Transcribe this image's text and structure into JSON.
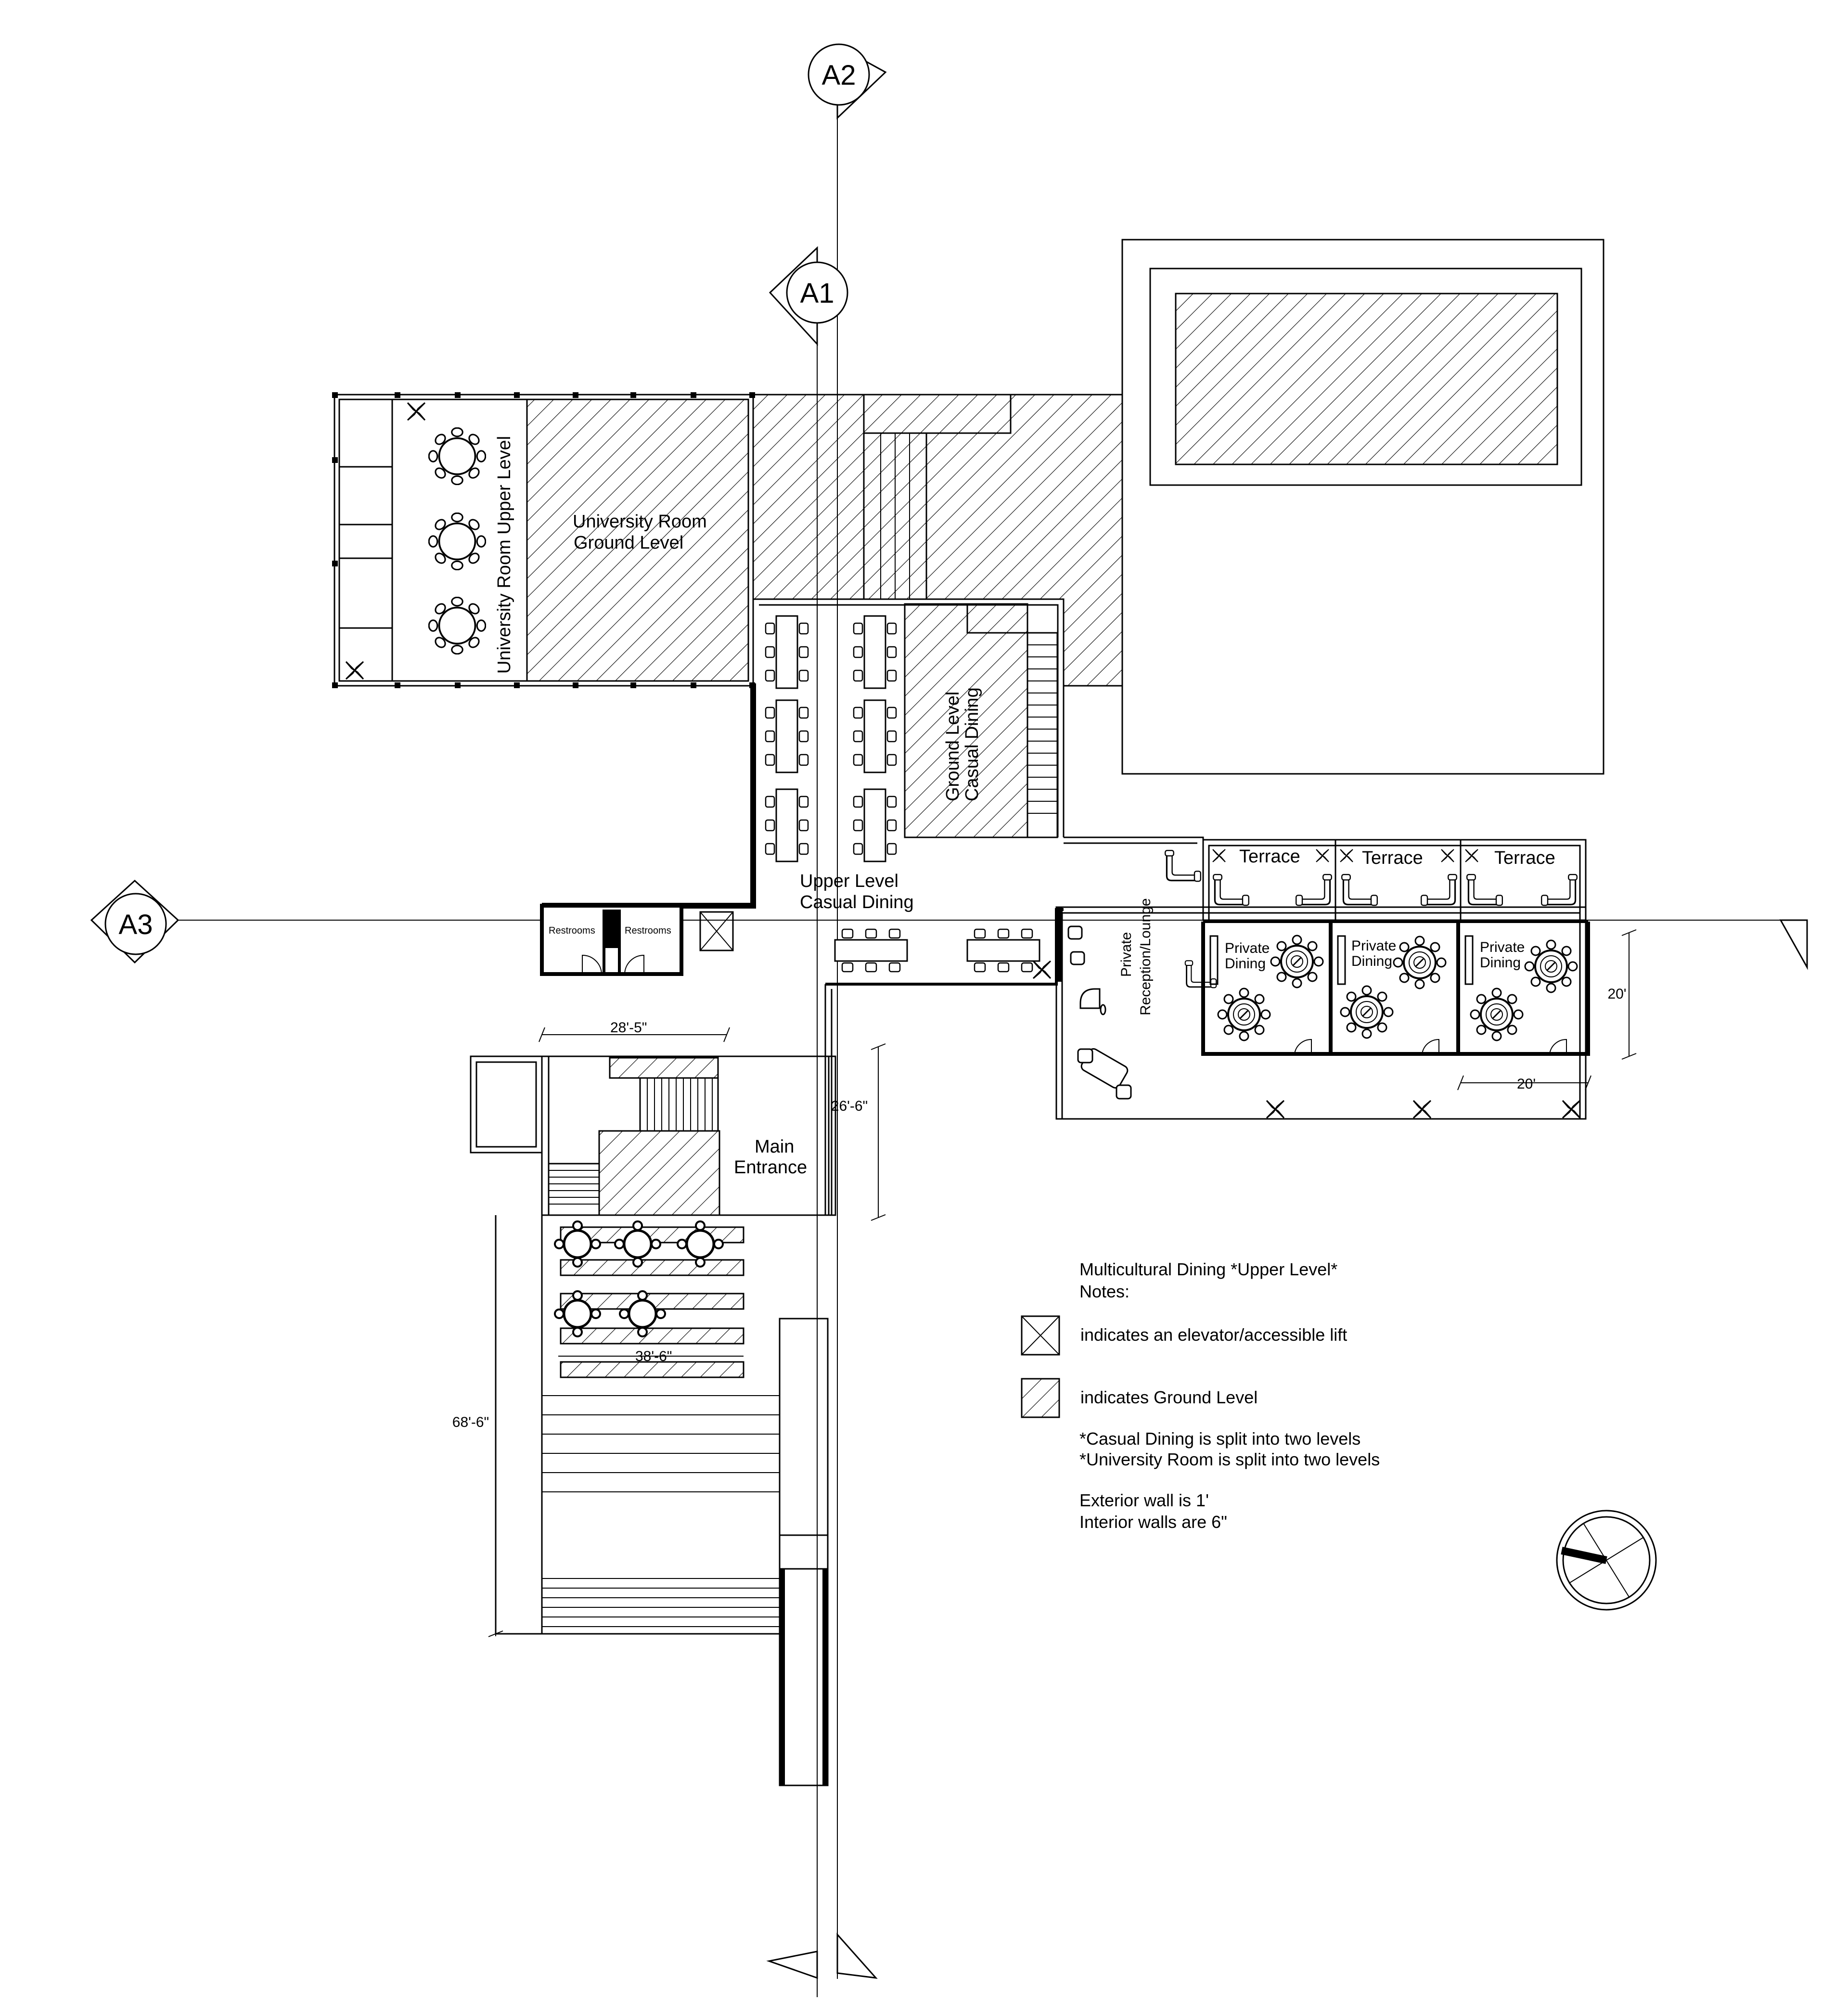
{
  "gridlines": {
    "a1": "A1",
    "a2": "A2",
    "a3": "A3"
  },
  "rooms": {
    "university_upper": "University Room Upper Level",
    "university_ground_1": "University Room",
    "university_ground_2": "Ground Level",
    "casual_ground_1": "Ground Level",
    "casual_ground_2": "Casual Dining",
    "casual_upper_1": "Upper Level",
    "casual_upper_2": "Casual Dining",
    "restroom_1": "Restrooms",
    "restroom_2": "Restrooms",
    "terrace_1": "Terrace",
    "terrace_2": "Terrace",
    "terrace_3": "Terrace",
    "private_dining_1_a": "Private",
    "private_dining_1_b": "Dining",
    "private_dining_2_a": "Private",
    "private_dining_2_b": "Dining",
    "private_dining_3_a": "Private",
    "private_dining_3_b": "Dining",
    "reception_1": "Private",
    "reception_2": "Reception/Lounge",
    "entrance_1": "Main",
    "entrance_2": "Entrance"
  },
  "dimensions": {
    "restroom_width": "28'-5\"",
    "entrance_depth": "26'-6\"",
    "stair_width": "38'-6\"",
    "stair_length": "68'-6\"",
    "private_depth": "20'",
    "private_width": "20'"
  },
  "legend": {
    "title": "Multicultural Dining *Upper Level*",
    "notes_label": "Notes:",
    "elevator": "indicates an elevator/accessible lift",
    "ground": "indicates Ground Level",
    "split_casual": "*Casual Dining is split into two levels",
    "split_university": "*University Room is split into two levels",
    "exterior_wall": "Exterior wall is 1'",
    "interior_walls": "Interior walls are 6\""
  },
  "icons": [
    "north-arrow-icon",
    "elevator-icon",
    "ground-level-hatch-icon"
  ]
}
